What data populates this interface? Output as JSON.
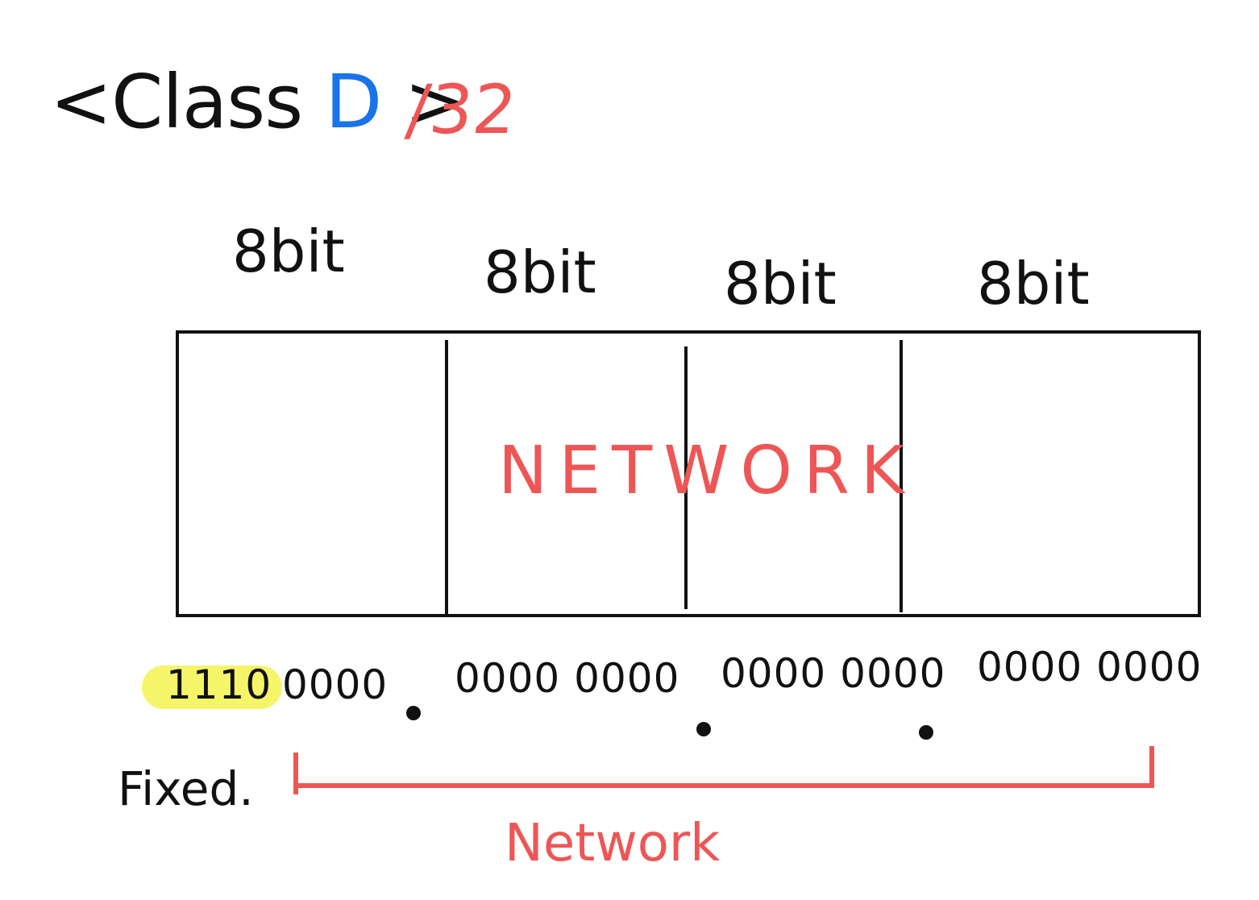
{
  "title": {
    "open": "<Class ",
    "class_letter": "D",
    "close": " >",
    "prefix": "/32"
  },
  "colors": {
    "ink": "#111111",
    "accent_red": "#ee5656",
    "accent_blue": "#1a73e8",
    "highlight_yellow": "#f4f45a"
  },
  "octet_labels": [
    "8bit",
    "8bit",
    "8bit",
    "8bit"
  ],
  "box_label": "NETWORK",
  "binary": {
    "fixed_bits": "1110",
    "octet1_rest": "0000",
    "octet2": "0000 0000",
    "octet3": "0000 0000",
    "octet4": "0000 0000"
  },
  "fixed_label": "Fixed.",
  "network_label": "Network"
}
